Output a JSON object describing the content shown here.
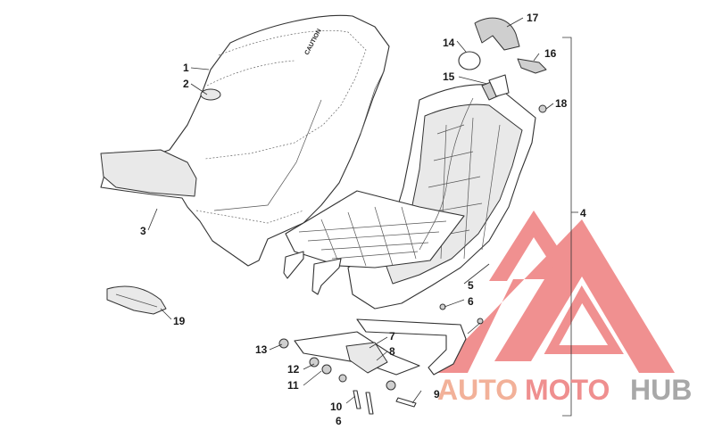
{
  "callouts": {
    "c1": "1",
    "c2": "2",
    "c3": "3",
    "c4": "4",
    "c5": "5",
    "c6a": "6",
    "c6b": "6",
    "c7": "7",
    "c8": "8",
    "c9": "9",
    "c10": "10",
    "c11": "11",
    "c12": "12",
    "c13": "13",
    "c14": "14",
    "c15": "15",
    "c16": "16",
    "c17": "17",
    "c18": "18",
    "c19": "19"
  },
  "seat_text": "CAUTION",
  "watermark": {
    "part1": "AUTO",
    "part2": "MOTO",
    "part3": "HUB",
    "color1": "#f2b199",
    "color2": "#ef8f8f",
    "color3": "#a8a8a8",
    "logo_color": "#ee7d7d"
  }
}
